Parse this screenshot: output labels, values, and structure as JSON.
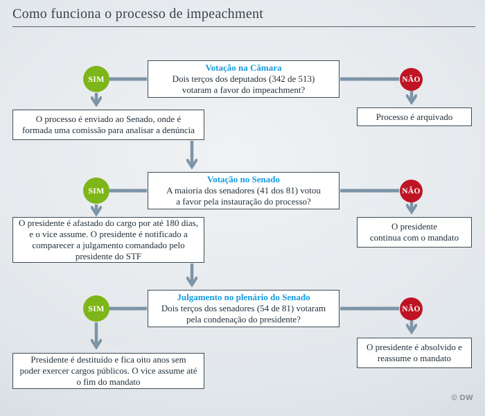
{
  "title": "Como funciona o processo de impeachment",
  "credit": "© DW",
  "colors": {
    "accent_blue": "#149ae0",
    "yes_green": "#7eb518",
    "no_red": "#be1423",
    "connector_gray": "#7d94a6"
  },
  "flow": {
    "yes_label": "SIM",
    "no_label": "NÃO",
    "steps": [
      {
        "question_title": "Votação na Câmara",
        "question": "Dois terços dos deputados (342 de 513)\nvotaram a favor do impeachment?",
        "yes_outcome": "O processo é enviado ao Senado, onde é\nformada uma comissão para analisar a denúncia",
        "no_outcome": "Processo é arquivado"
      },
      {
        "question_title": "Votação no Senado",
        "question": "A maioria dos senadores (41 dos 81) votou\na favor pela instauração do processo?",
        "yes_outcome": "O presidente é afastado do cargo por até 180 dias,\ne o vice assume. O presidente é notificado a\ncomparecer a julgamento comandado pelo\npresidente do STF",
        "no_outcome": "O presidente\ncontinua com o mandato"
      },
      {
        "question_title": "Julgamento no plenário do Senado",
        "question": "Dois terços dos senadores (54 de 81) votaram\npela condenação do presidente?",
        "yes_outcome": "Presidente é destituído e fica oito anos sem\npoder exercer cargos públicos. O vice assume até\no fim do mandato",
        "no_outcome": "O presidente é absolvido e\nreassume o mandato"
      }
    ]
  }
}
